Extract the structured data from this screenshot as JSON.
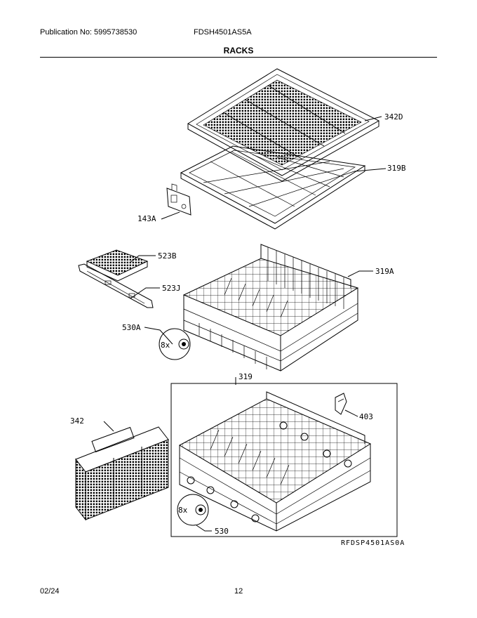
{
  "header": {
    "publication": "Publication No: 5995738530",
    "model": "FDSH4501AS5A",
    "section_title": "RACKS"
  },
  "callouts": {
    "p342D": "342D",
    "p319B": "319B",
    "p143A": "143A",
    "p523B": "523B",
    "p523J": "523J",
    "p319A": "319A",
    "p530A": "530A",
    "qty_top": "8x",
    "p319": "319",
    "p342": "342",
    "p403": "403",
    "qty_bottom": "8x",
    "p530": "530"
  },
  "diagram_code": "RFDSP4501AS0A",
  "footer": {
    "date": "02/24",
    "page": "12"
  }
}
